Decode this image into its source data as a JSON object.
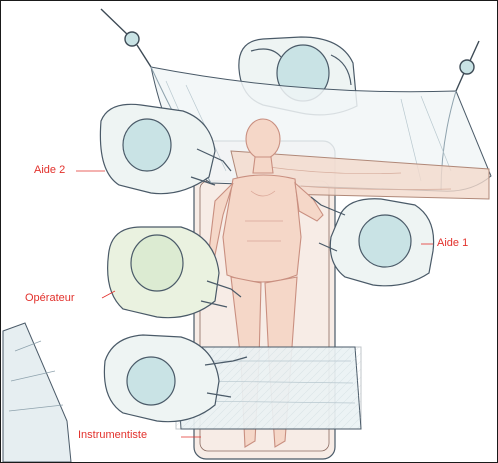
{
  "labels": {
    "aide2": "Aide 2",
    "aide1": "Aide 1",
    "operateur": "Opérateur",
    "instrumentiste": "Instrumentiste"
  },
  "colors": {
    "label": "#e2312c",
    "line": "#4a5a68",
    "gown": "#eef4f3",
    "cap": "#c9e3e5",
    "sheet": "#d9ecf1",
    "body": "#f5d7c8",
    "bodyLine": "#c98f80",
    "drapeGreen": "#eaf2e0"
  },
  "figures": [
    "aide-2",
    "aide-1",
    "operateur",
    "instrumentiste",
    "anesthetist",
    "patient"
  ]
}
